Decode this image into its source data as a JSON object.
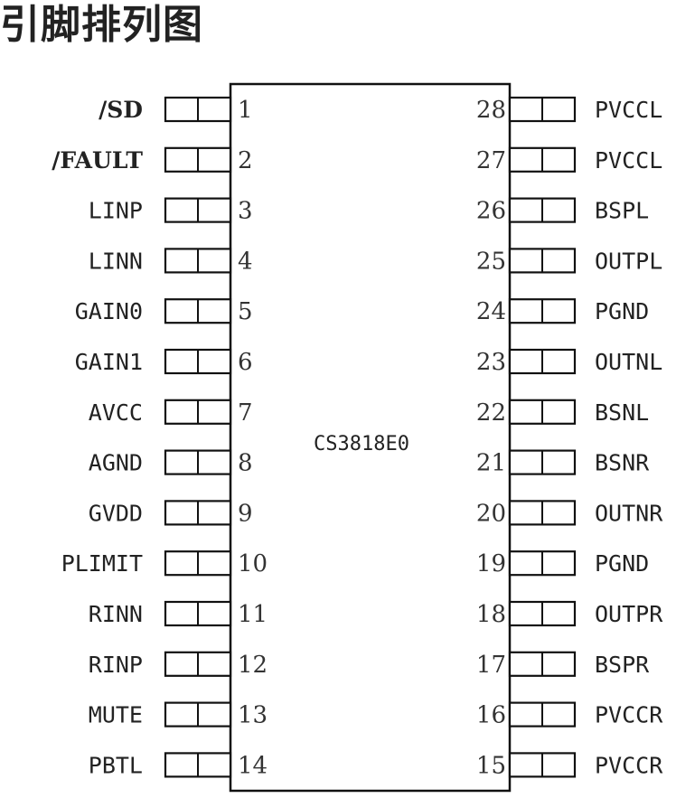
{
  "title": "引脚排列图",
  "chip": {
    "name": "CS3818E0"
  },
  "left_pins": [
    {
      "number": "1",
      "name": "/SD"
    },
    {
      "number": "2",
      "name": "/FAULT"
    },
    {
      "number": "3",
      "name": "LINP"
    },
    {
      "number": "4",
      "name": "LINN"
    },
    {
      "number": "5",
      "name": "GAIN0"
    },
    {
      "number": "6",
      "name": "GAIN1"
    },
    {
      "number": "7",
      "name": "AVCC"
    },
    {
      "number": "8",
      "name": "AGND"
    },
    {
      "number": "9",
      "name": "GVDD"
    },
    {
      "number": "10",
      "name": "PLIMIT"
    },
    {
      "number": "11",
      "name": "RINN"
    },
    {
      "number": "12",
      "name": "RINP"
    },
    {
      "number": "13",
      "name": "MUTE"
    },
    {
      "number": "14",
      "name": "PBTL"
    }
  ],
  "right_pins": [
    {
      "number": "28",
      "name": "PVCCL"
    },
    {
      "number": "27",
      "name": "PVCCL"
    },
    {
      "number": "26",
      "name": "BSPL"
    },
    {
      "number": "25",
      "name": "OUTPL"
    },
    {
      "number": "24",
      "name": "PGND"
    },
    {
      "number": "23",
      "name": "OUTNL"
    },
    {
      "number": "22",
      "name": "BSNL"
    },
    {
      "number": "21",
      "name": "BSNR"
    },
    {
      "number": "20",
      "name": "OUTNR"
    },
    {
      "number": "19",
      "name": "PGND"
    },
    {
      "number": "18",
      "name": "OUTPR"
    },
    {
      "number": "17",
      "name": "BSPR"
    },
    {
      "number": "16",
      "name": "PVCCR"
    },
    {
      "number": "15",
      "name": "PVCCR"
    }
  ]
}
